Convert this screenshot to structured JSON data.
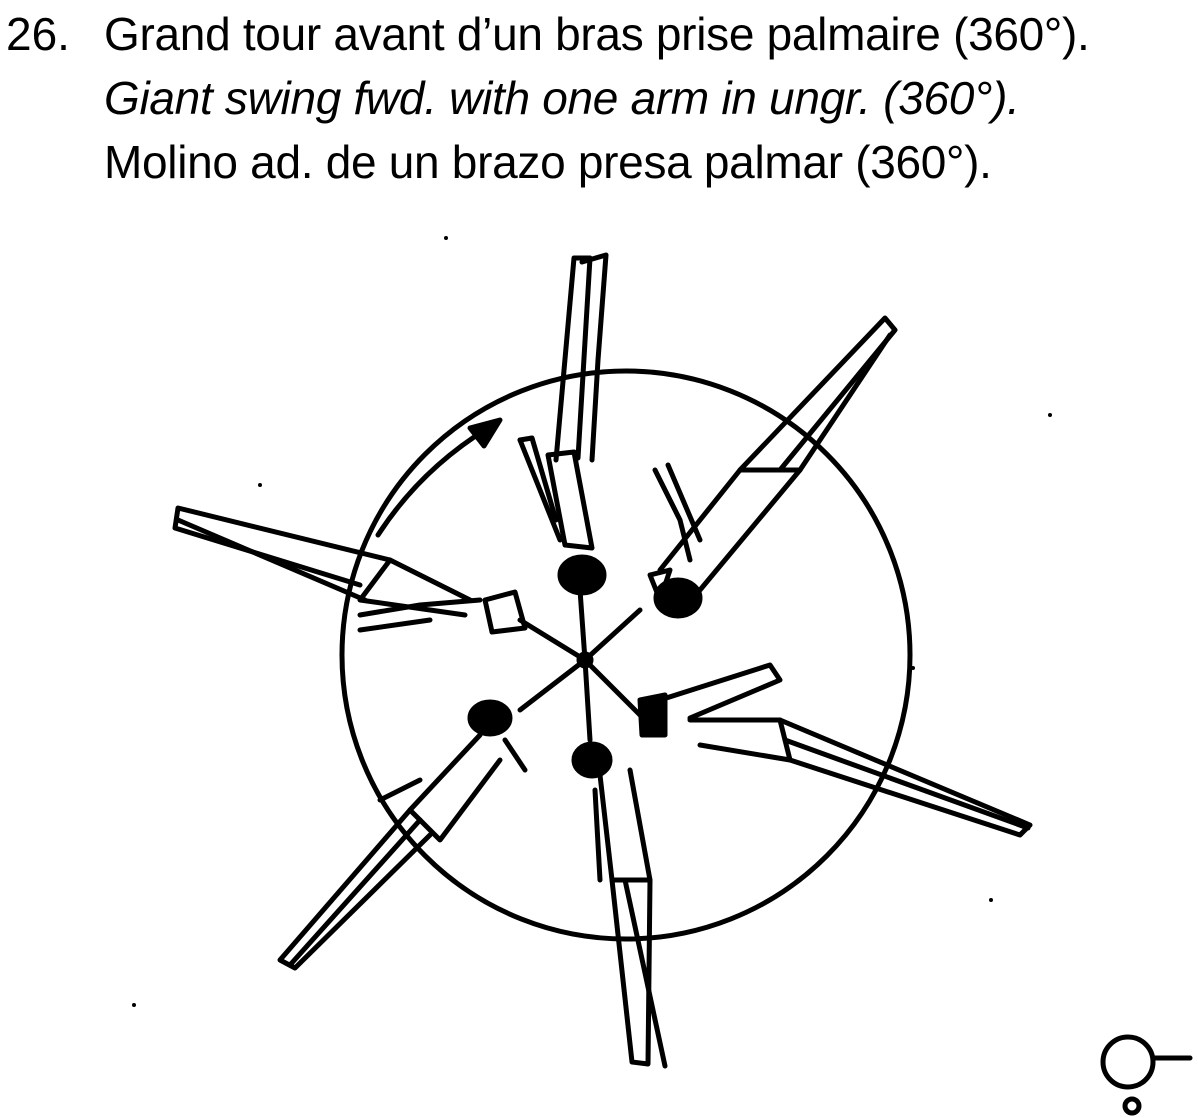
{
  "element": {
    "number": "26.",
    "name_fr": "Grand tour avant d’un bras prise palmaire (360°).",
    "name_en": "Giant swing fwd. with one arm in ungr. (360°).",
    "name_es": "Molino ad. de un brazo presa palmar (360°)."
  },
  "figure": {
    "apparatus_icon": "bar-hang-icon",
    "diagram": "giant-swing-diagram",
    "line_color": "#000000",
    "background_color": "#ffffff"
  }
}
